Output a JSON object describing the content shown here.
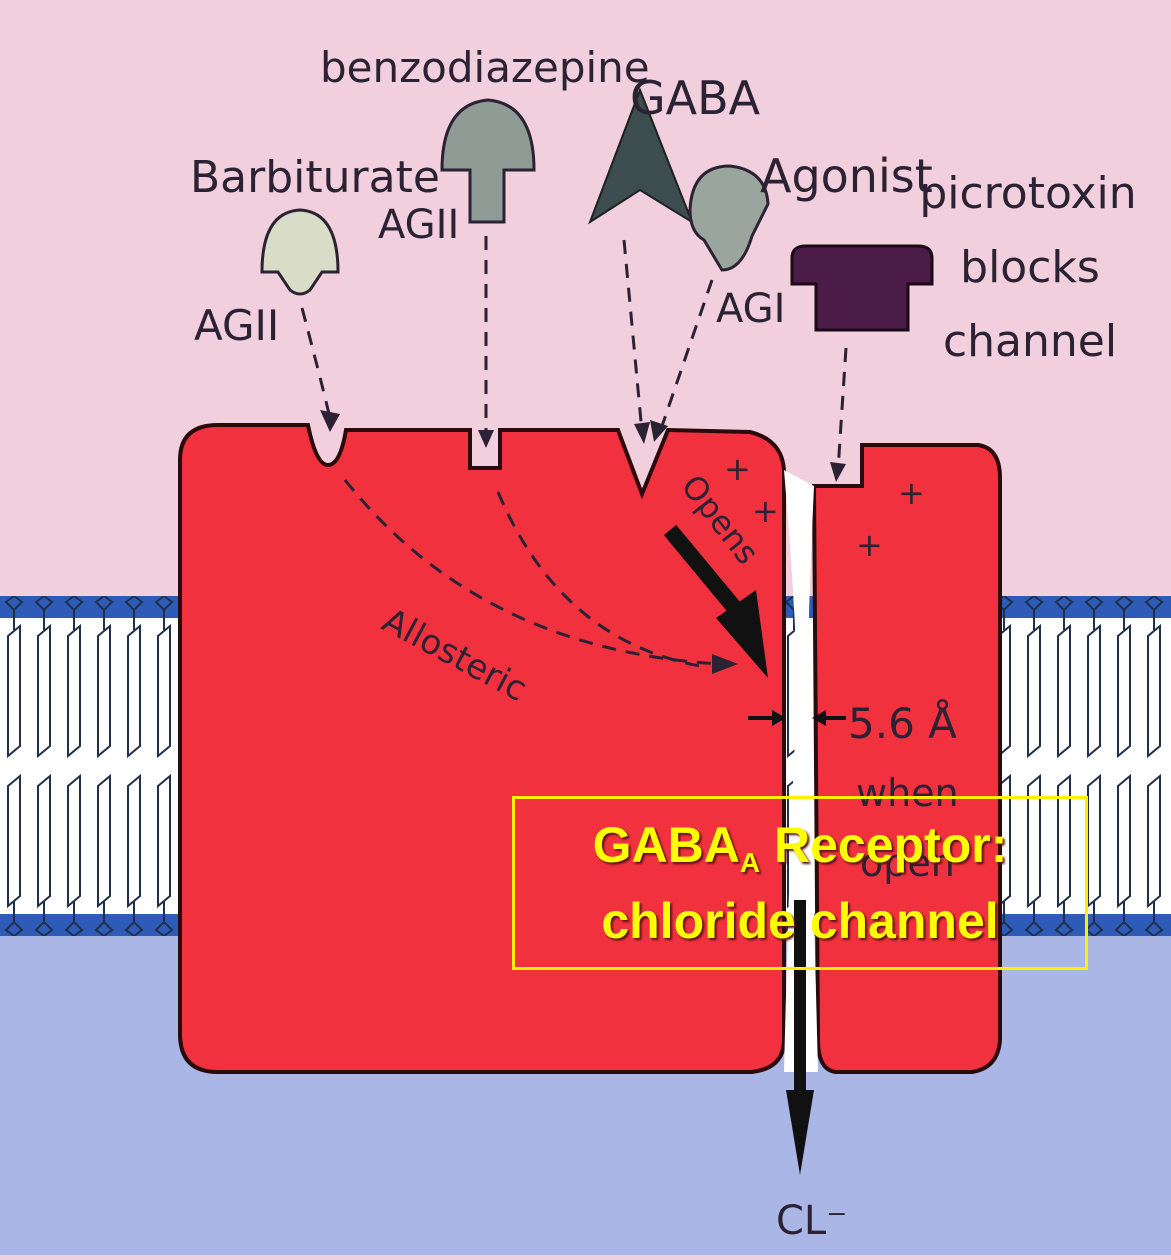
{
  "labels": {
    "benzodiazepine": "benzodiazepine",
    "gaba": "GABA",
    "barbiturate": "Barbiturate",
    "agonist": "Agonist",
    "picrotoxin_line1": "picrotoxin",
    "picrotoxin_line2": "blocks",
    "picrotoxin_line3": "channel",
    "agii_benzo": "AGII",
    "agii_barb": "AGII",
    "agi": "AGI",
    "allosteric": "Allosteric",
    "opens": "Opens",
    "pore_size": "5.6 Å",
    "when": "when",
    "open": "open",
    "chloride": "CL⁻",
    "plus": "+"
  },
  "title": {
    "main": "GABA",
    "subscript": "A",
    "suffix": " Receptor:",
    "line2": "chloride channel"
  },
  "colors": {
    "background": "#f2cfdc",
    "extracellular": "#f2cfdc",
    "intracellular": "#a9b6e6",
    "membrane_band": "#2e5bb8",
    "receptor": "#f2313f",
    "title_text": "#ffff00",
    "title_border": "#ffef00"
  }
}
